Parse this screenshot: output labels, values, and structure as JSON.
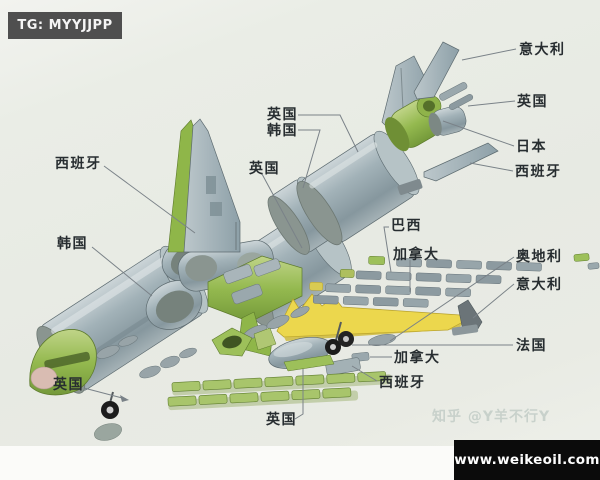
{
  "badges": {
    "telegram": "TG: MYYJJPP",
    "website": "www.weikeoil.com",
    "watermark": "知乎 @Y羊不行Y"
  },
  "diagram": {
    "labels": {
      "spain_tail": "西班牙",
      "korea_left": "韩国",
      "uk_top": "英国",
      "korea_top": "韩国",
      "uk_mid": "英国",
      "italy_top": "意大利",
      "uk_right": "英国",
      "japan_right": "日本",
      "spain_right": "西班牙",
      "brazil": "巴西",
      "canada_upper": "加拿大",
      "austria": "奥地利",
      "italy_right": "意大利",
      "france": "法国",
      "canada_lower": "加拿大",
      "spain_lower": "西班牙",
      "uk_bottom": "英国",
      "uk_nose": "英国"
    },
    "colors": {
      "fuselage_gray": "#9fb0b6",
      "green_parts": "#9dc05a",
      "wing_spar_yellow": "#ecd74d",
      "paper_background": "#eaece6",
      "leader_line": "#7a8288"
    }
  }
}
